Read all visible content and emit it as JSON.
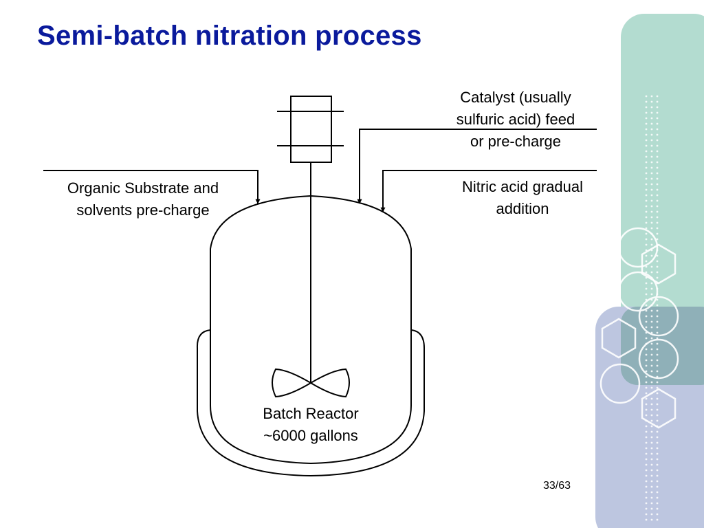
{
  "slide": {
    "title": "Semi-batch nitration process",
    "page_number": "33/63"
  },
  "diagram": {
    "reactor": {
      "name_line1": "Batch Reactor",
      "name_line2": "~6000 gallons"
    },
    "feeds": {
      "organic": {
        "line1": "Organic Substrate and",
        "line2": "solvents pre-charge"
      },
      "catalyst": {
        "line1": "Catalyst (usually",
        "line2": "sulfuric acid) feed",
        "line3": "or pre-charge"
      },
      "nitric": {
        "line1": "Nitric acid gradual",
        "line2": "addition"
      }
    }
  },
  "theme": {
    "title_color": "#0a1a9c",
    "panel_green": "#b3dcd0",
    "panel_blue": "#bdc6e0",
    "panel_overlap": "#8fafb8",
    "line_color": "#000000"
  }
}
